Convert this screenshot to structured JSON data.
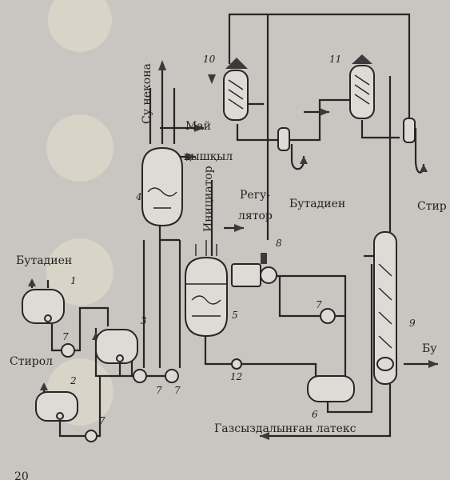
{
  "labels": {
    "water": "Су некона",
    "oil": "Май",
    "acid": "қышқыл",
    "initiator": "Инициатор",
    "regulator_1": "Регу-",
    "regulator_2": "лятор",
    "butadiene_top": "Бутадиен",
    "styrene_top": "Стир",
    "butadiene_left": "Бутадиен",
    "styrene_left": "Стирол",
    "steam": "Бу",
    "latex": "Газсыздалынған латекс",
    "page_number": "20"
  },
  "equipment_numbers": {
    "n1": "1",
    "n2": "2",
    "n3": "3",
    "n4": "4",
    "n5": "5",
    "n6": "6",
    "n7a": "7",
    "n7b": "7",
    "n7c": "7",
    "n7d": "7",
    "n7e": "7",
    "n8": "8",
    "n9": "9",
    "n10": "10",
    "n11": "11",
    "n12": "12"
  },
  "colors": {
    "background": "#c9c6c2",
    "ink": "#262626"
  }
}
